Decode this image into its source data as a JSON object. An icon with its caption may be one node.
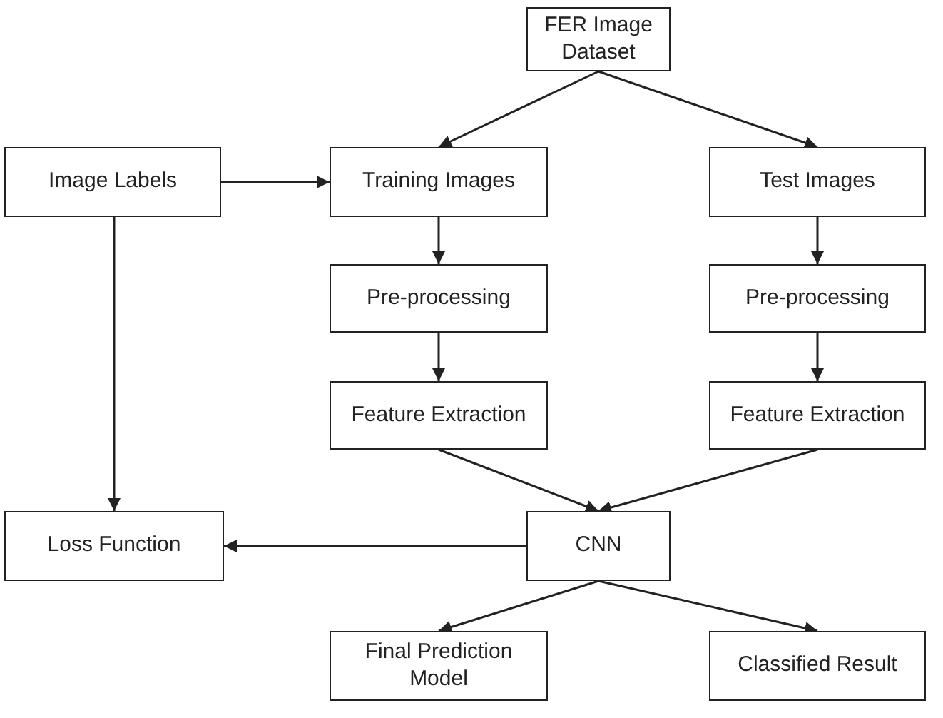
{
  "diagram": {
    "nodes": [
      {
        "text": [
          "FER Image Dataset"
        ]
      },
      {
        "text": [
          "Image Labels"
        ]
      },
      {
        "text": [
          "Training Images"
        ]
      },
      {
        "text": [
          "Test Images"
        ]
      },
      {
        "text": [
          "Pre-processing"
        ]
      },
      {
        "text": [
          "Pre-processing"
        ]
      },
      {
        "text": [
          "Feature Extraction"
        ]
      },
      {
        "text": [
          "Feature Extraction"
        ]
      },
      {
        "text": [
          "Loss Function"
        ]
      },
      {
        "text": [
          "CNN"
        ]
      },
      {
        "text": [
          "Final Prediction Model"
        ]
      },
      {
        "text": [
          "Classified Result"
        ]
      }
    ],
    "edges": [
      {
        "from": 0,
        "to": 2,
        "arrow": "to"
      },
      {
        "from": 0,
        "to": 3,
        "arrow": "to"
      },
      {
        "from": 1,
        "to": 2,
        "arrow": "to"
      },
      {
        "from": 2,
        "to": 4,
        "arrow": "to"
      },
      {
        "from": 3,
        "to": 5,
        "arrow": "to"
      },
      {
        "from": 4,
        "to": 6,
        "arrow": "to"
      },
      {
        "from": 5,
        "to": 7,
        "arrow": "to"
      },
      {
        "from": 6,
        "to": 9,
        "arrow": "to"
      },
      {
        "from": 7,
        "to": 9,
        "arrow": "to"
      },
      {
        "from": 1,
        "to": 8,
        "arrow": "to"
      },
      {
        "from": 9,
        "to": 8,
        "arrow": "to"
      },
      {
        "from": 9,
        "to": 10,
        "arrow": "to"
      },
      {
        "from": 9,
        "to": 11,
        "arrow": "to"
      }
    ]
  }
}
